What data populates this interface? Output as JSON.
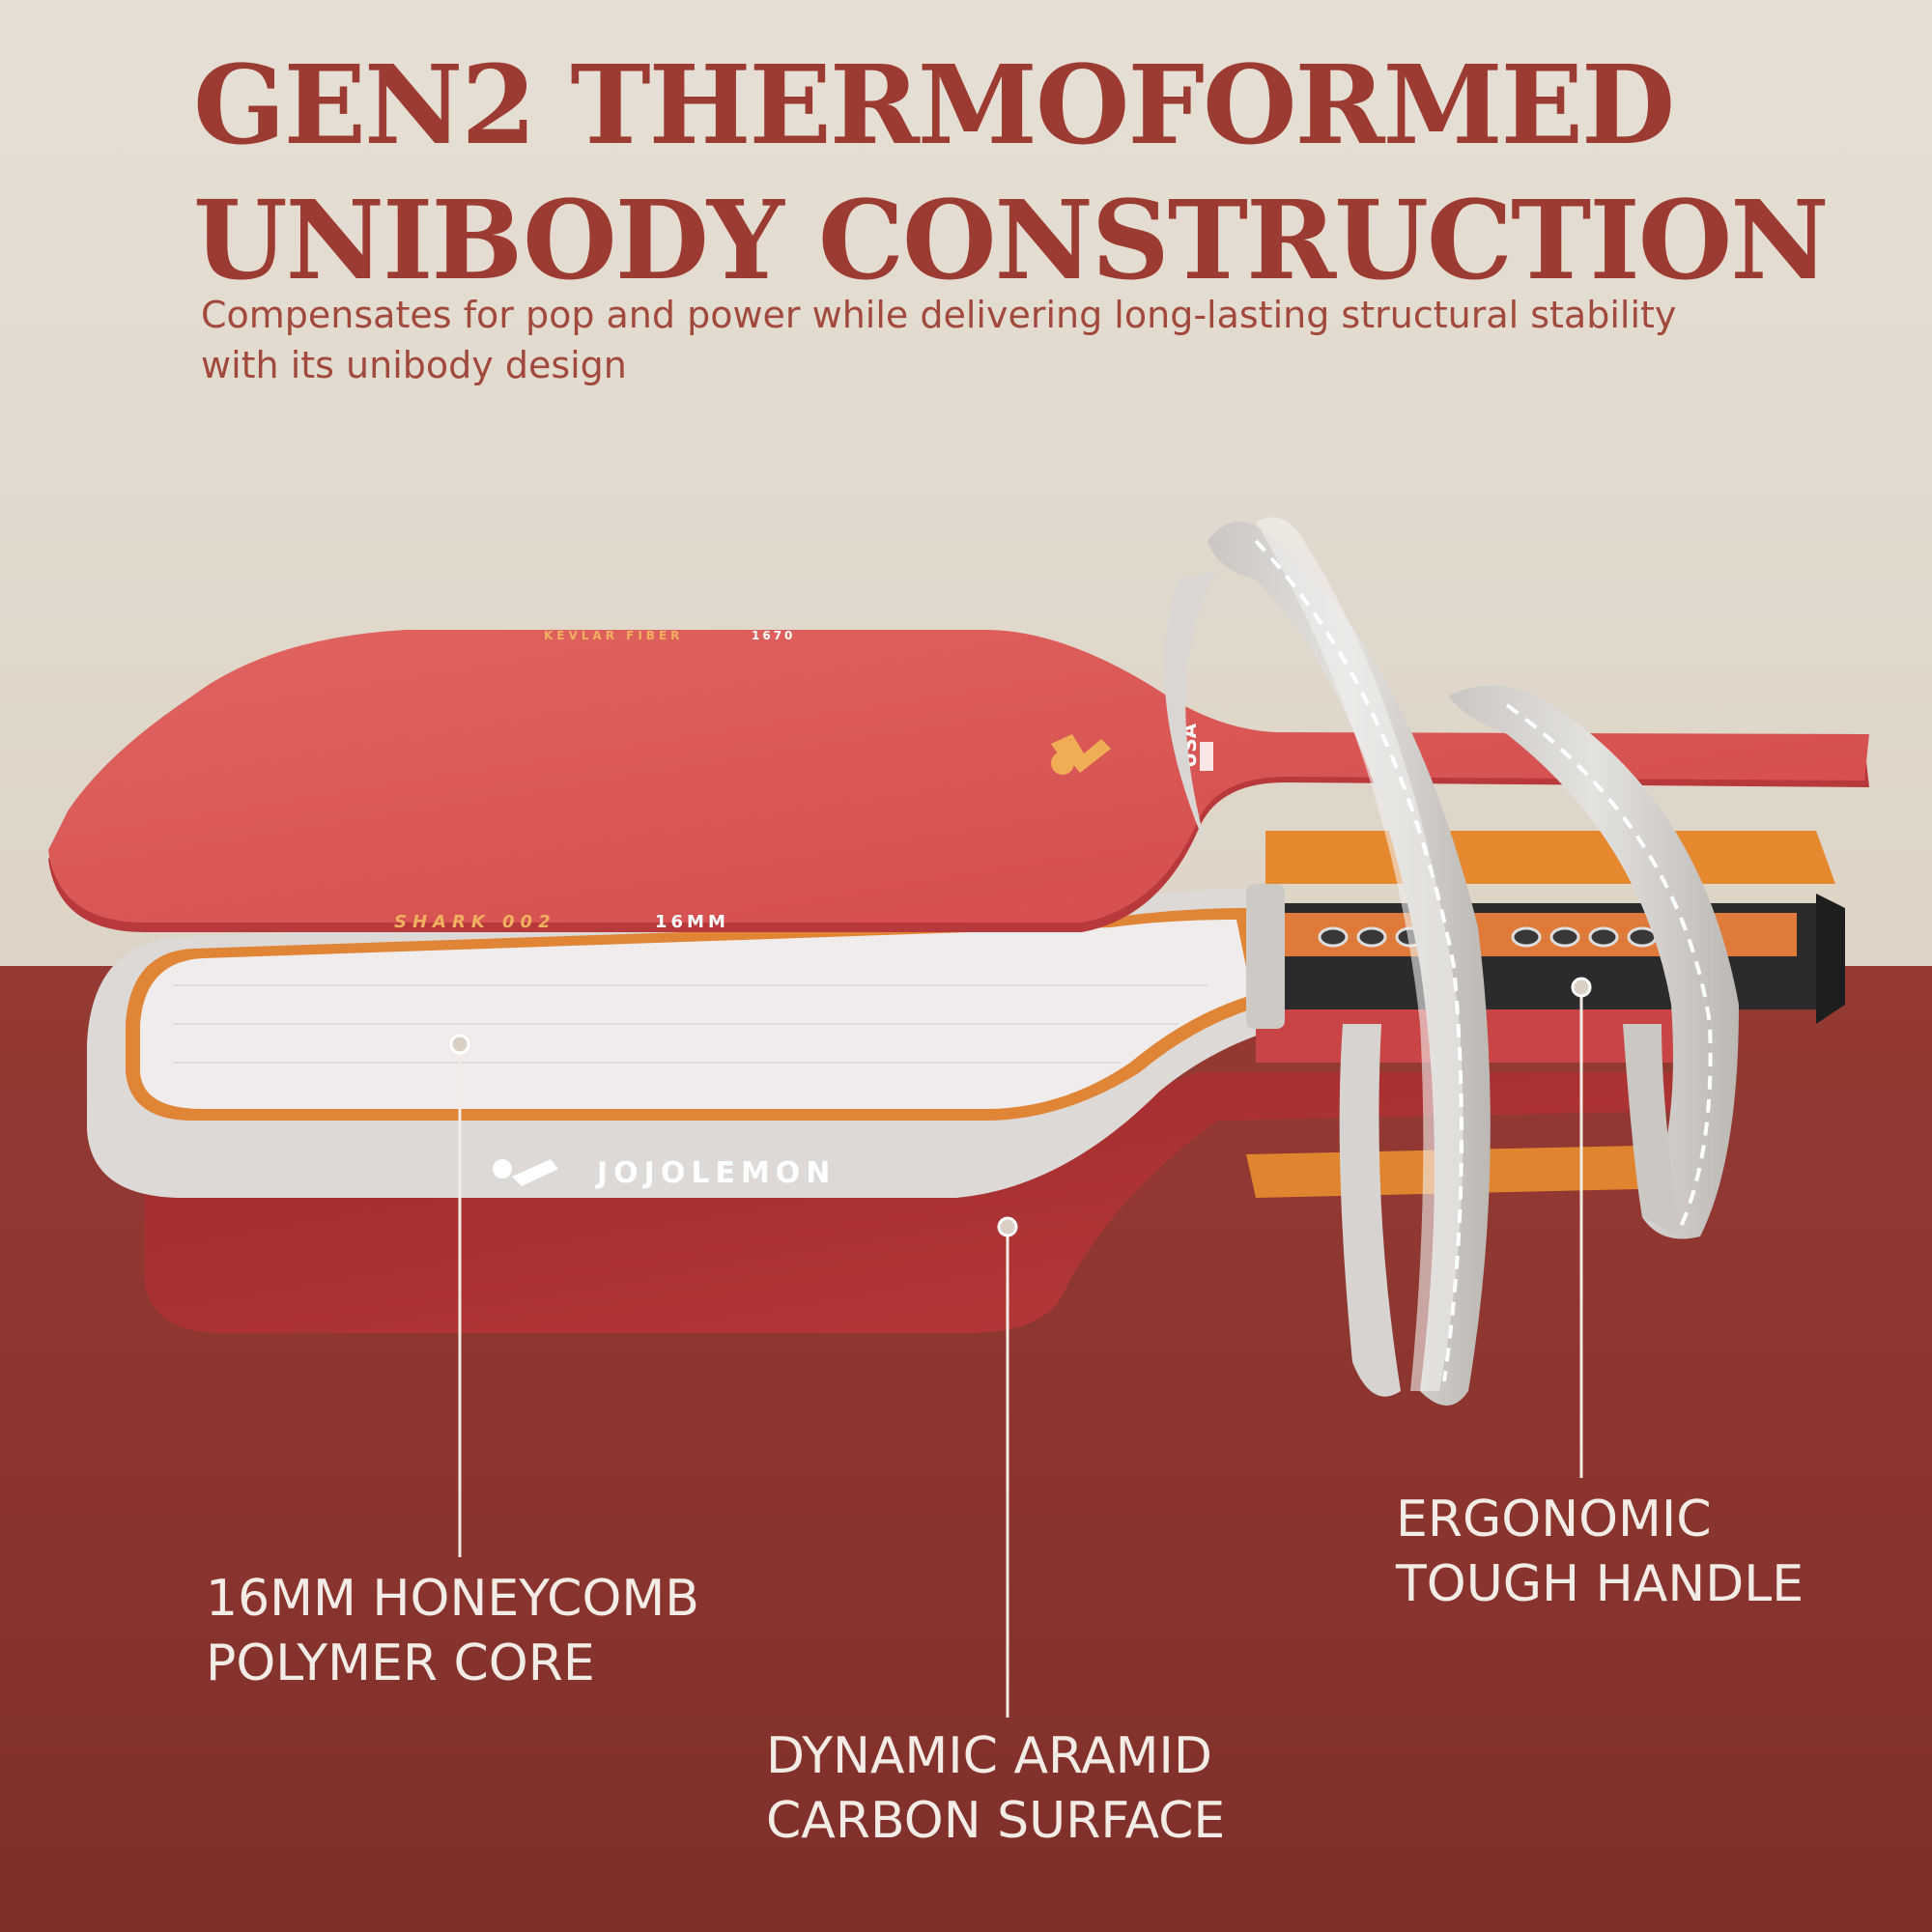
{
  "header": {
    "title_line1": "GEN2 THERMOFORMED",
    "title_line2": "UNIBODY CONSTRUCTION",
    "subtitle_line1": "Compensates for pop and power while delivering long-lasting structural stability",
    "subtitle_line2": "with its unibody design"
  },
  "paddle": {
    "top_edge_text": "KEVLAR FIBER",
    "top_edge_number": "1670",
    "model": "SHARK 002",
    "thickness": "16MM",
    "brand": "JOJOLEMON",
    "badge": "USA",
    "surface_color": "#d9504f",
    "core_edge_color": "#e08a3a",
    "grip_color": "#d5d2cf"
  },
  "callouts": [
    {
      "line1": "16MM HONEYCOMB",
      "line2": "POLYMER CORE"
    },
    {
      "line1": "DYNAMIC ARAMID",
      "line2": "CARBON SURFACE"
    },
    {
      "line1": "ERGONOMIC",
      "line2": "TOUGH HANDLE"
    }
  ],
  "colors": {
    "title": "#9c3b31",
    "background_top": "#e2dbd0",
    "background_bottom": "#8e3530",
    "label": "#f3ece6"
  }
}
